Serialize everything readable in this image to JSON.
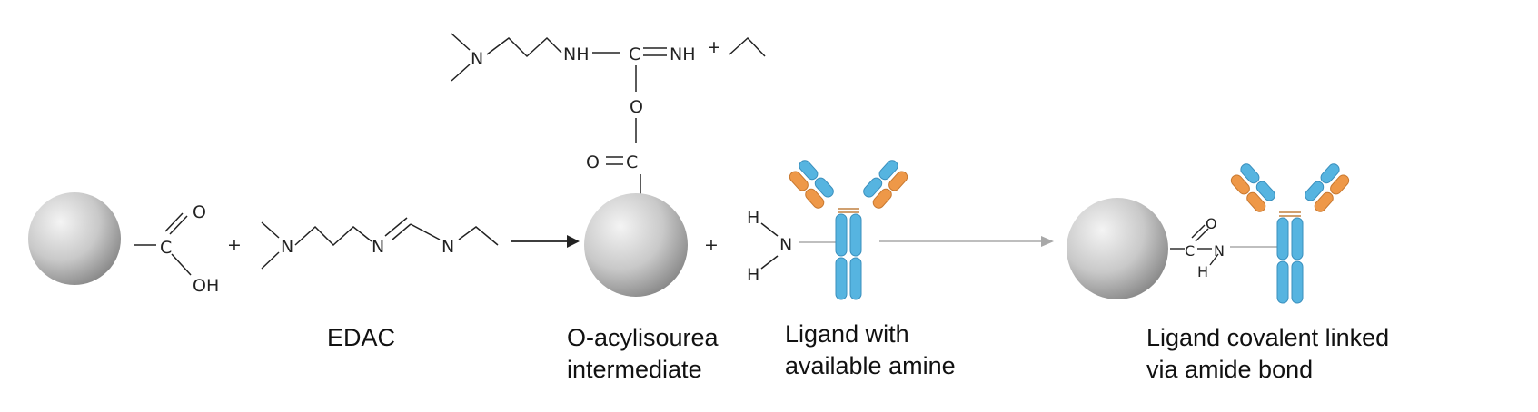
{
  "labels": {
    "edac": "EDAC",
    "intermediate_line1": "O-acylisourea",
    "intermediate_line2": "intermediate",
    "ligand_line1": "Ligand with",
    "ligand_line2": "available amine",
    "product_line1": "Ligand covalent  linked",
    "product_line2": "via amide bond"
  },
  "atoms": {
    "o": "O",
    "oh": "OH",
    "c": "C",
    "n": "N",
    "nh": "NH",
    "nh_plus": "NH",
    "plus_sign": "+",
    "h": "H",
    "reaction_plus": "+"
  },
  "colors": {
    "antibody_blue": "#56b4e0",
    "antibody_orange": "#ee9848",
    "bead_light": "#eeeeee",
    "bead_dark": "#8a8a8a",
    "arrow_gray": "#a8a8a8"
  }
}
